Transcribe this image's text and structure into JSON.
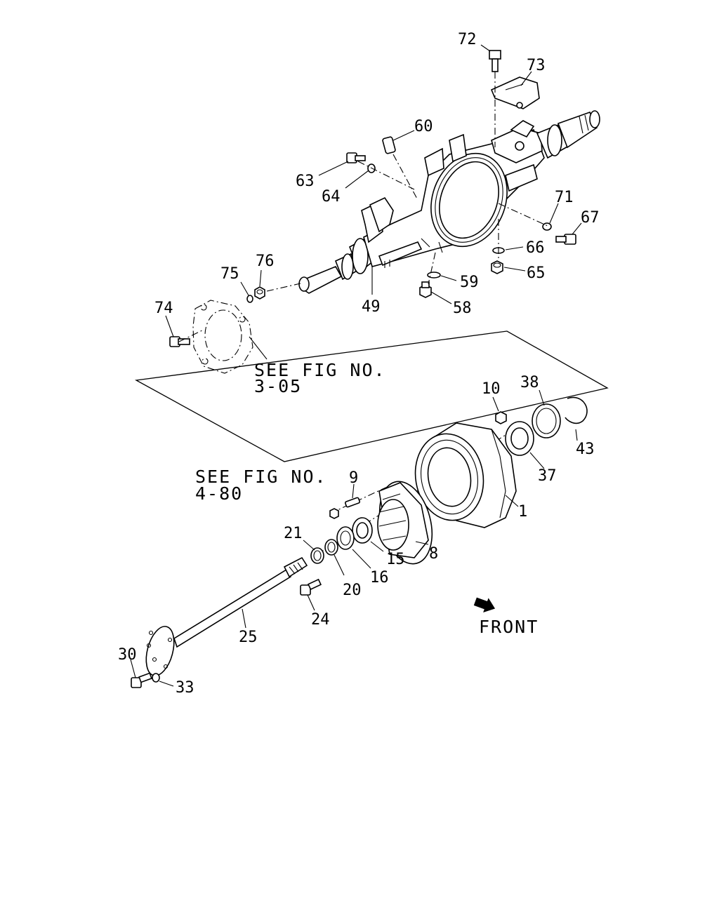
{
  "diagram": {
    "callouts": [
      {
        "id": "72",
        "text": "72"
      },
      {
        "id": "73",
        "text": "73"
      },
      {
        "id": "60",
        "text": "60"
      },
      {
        "id": "63",
        "text": "63"
      },
      {
        "id": "64",
        "text": "64"
      },
      {
        "id": "71",
        "text": "71"
      },
      {
        "id": "67",
        "text": "67"
      },
      {
        "id": "66",
        "text": "66"
      },
      {
        "id": "65",
        "text": "65"
      },
      {
        "id": "59",
        "text": "59"
      },
      {
        "id": "58",
        "text": "58"
      },
      {
        "id": "49",
        "text": "49"
      },
      {
        "id": "75",
        "text": "75"
      },
      {
        "id": "76",
        "text": "76"
      },
      {
        "id": "74",
        "text": "74"
      },
      {
        "id": "10",
        "text": "10"
      },
      {
        "id": "38",
        "text": "38"
      },
      {
        "id": "43",
        "text": "43"
      },
      {
        "id": "37",
        "text": "37"
      },
      {
        "id": "9",
        "text": "9"
      },
      {
        "id": "1",
        "text": "1"
      },
      {
        "id": "21",
        "text": "21"
      },
      {
        "id": "15",
        "text": "15"
      },
      {
        "id": "8",
        "text": "8"
      },
      {
        "id": "16",
        "text": "16"
      },
      {
        "id": "20",
        "text": "20"
      },
      {
        "id": "24",
        "text": "24"
      },
      {
        "id": "25",
        "text": "25"
      },
      {
        "id": "30",
        "text": "30"
      },
      {
        "id": "33",
        "text": "33"
      }
    ],
    "references": [
      {
        "line1": "SEE FIG NO.",
        "line2": "3-05"
      },
      {
        "line1": "SEE FIG NO.",
        "line2": "4-80"
      }
    ],
    "front_label": "FRONT"
  }
}
